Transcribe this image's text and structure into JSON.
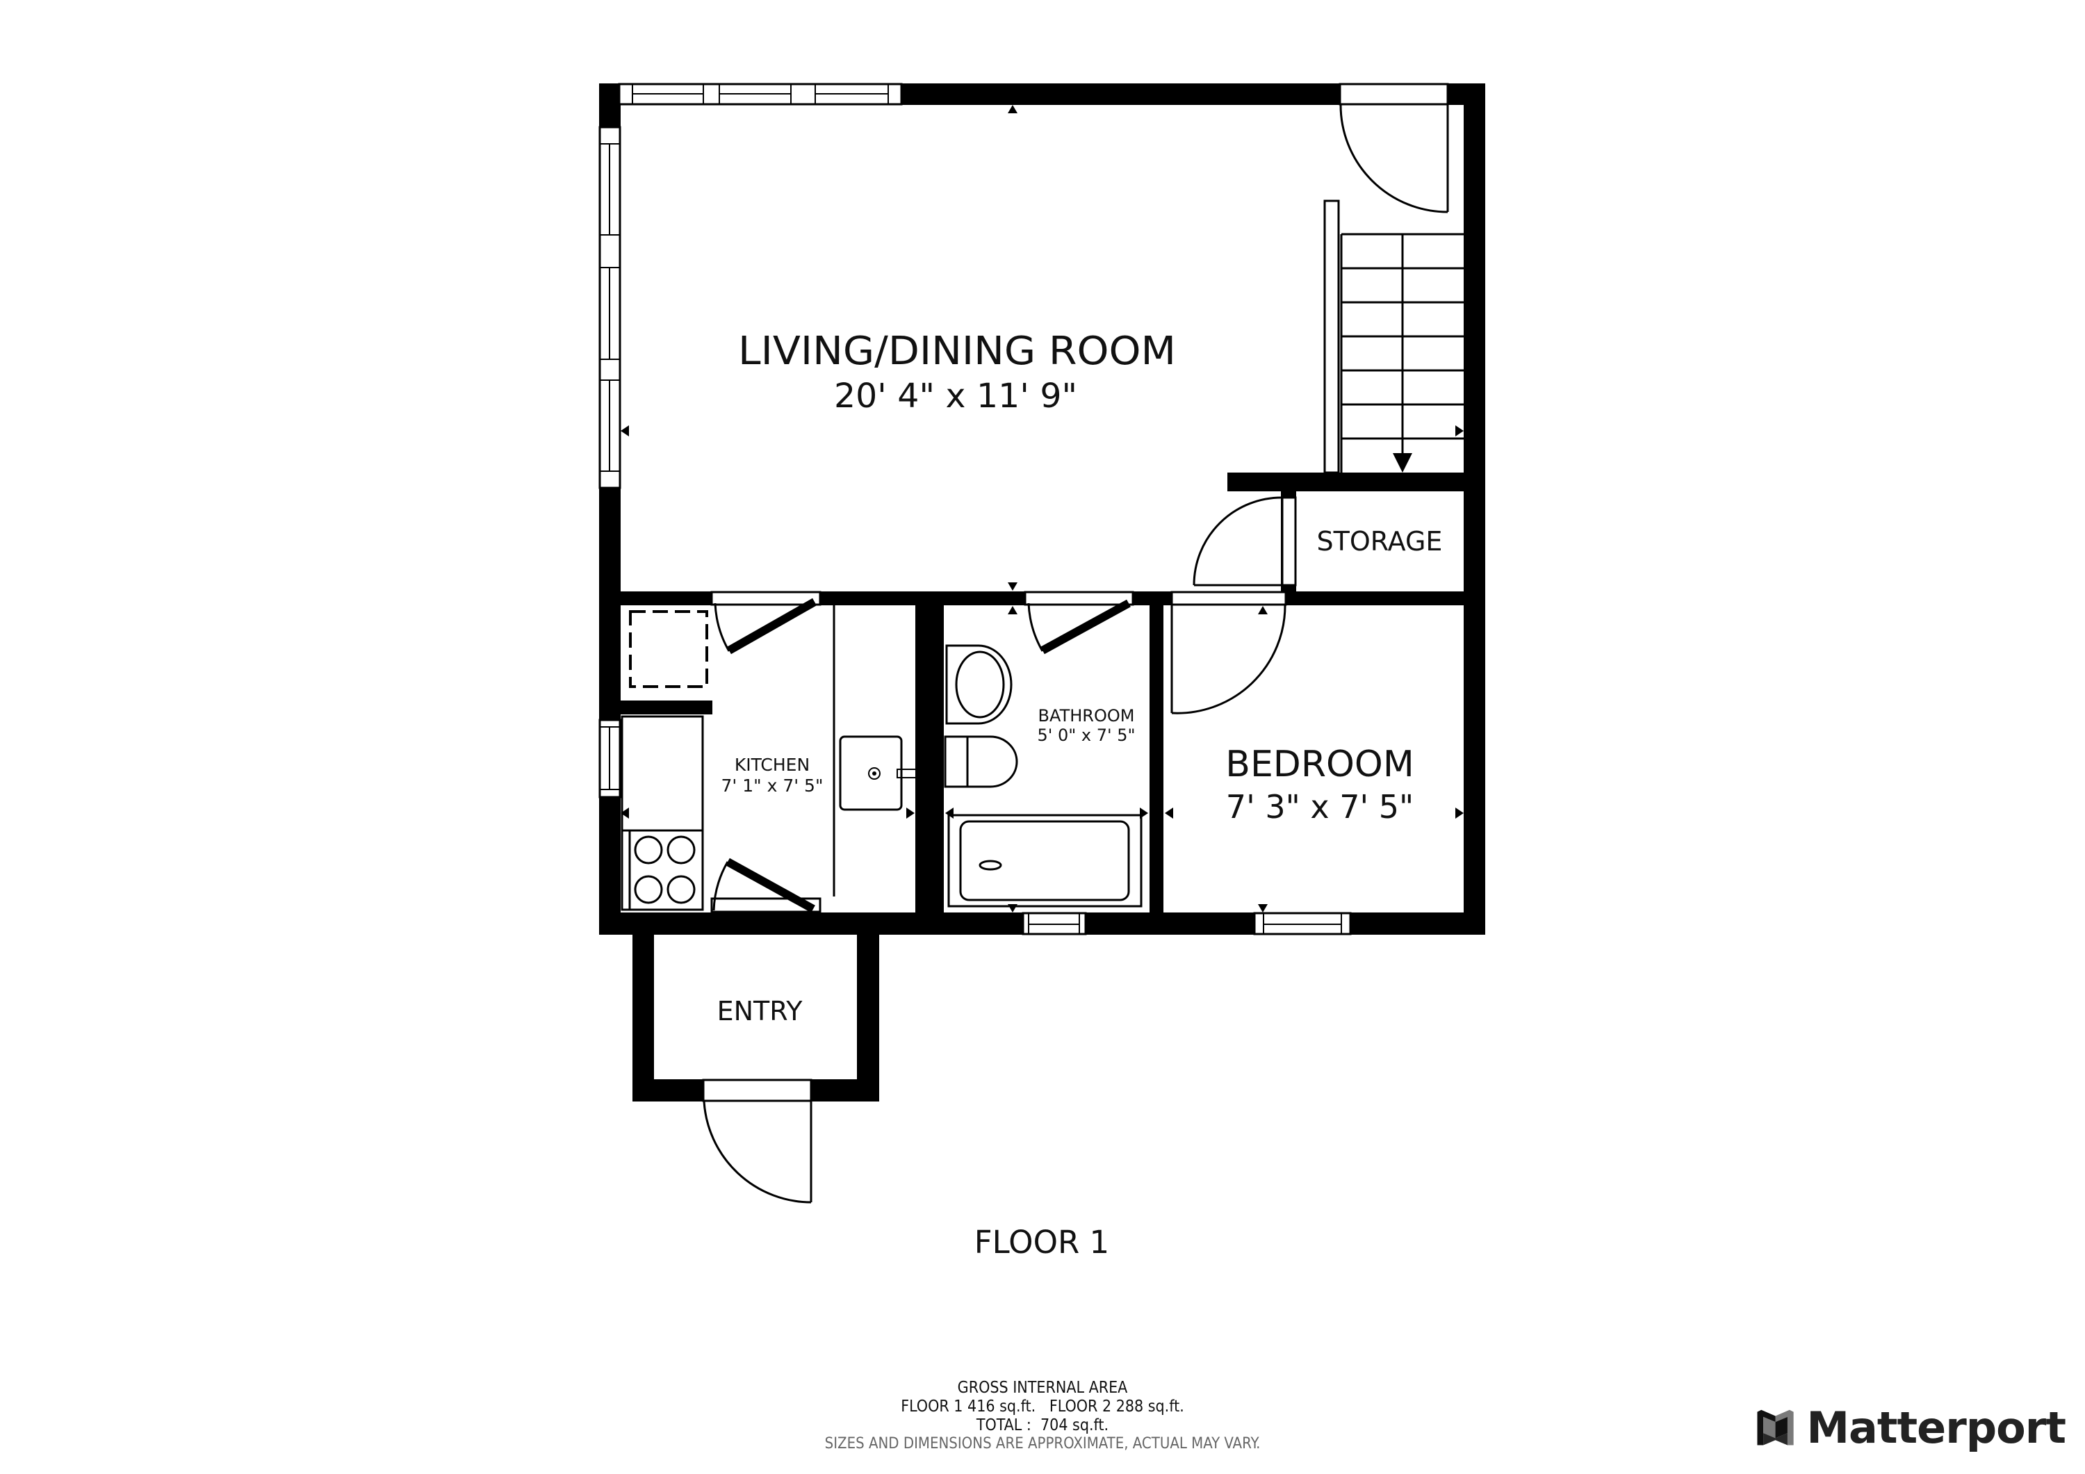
{
  "floor_label": "FLOOR 1",
  "rooms": [
    {
      "name": "LIVING/DINING ROOM",
      "dimensions": "20' 4\" x 11' 9\""
    },
    {
      "name": "KITCHEN",
      "dimensions": "7' 1\" x 7' 5\""
    },
    {
      "name": "BATHROOM",
      "dimensions": "5' 0\" x 7' 5\""
    },
    {
      "name": "BEDROOM",
      "dimensions": "7' 3\" x 7' 5\""
    },
    {
      "name": "STORAGE",
      "dimensions": ""
    },
    {
      "name": "ENTRY",
      "dimensions": ""
    }
  ],
  "area_summary": {
    "heading": "GROSS INTERNAL AREA",
    "floors_line": "FLOOR 1 416 sq.ft.   FLOOR 2 288 sq.ft.",
    "total_line": "TOTAL :  704 sq.ft.",
    "disclaimer": "SIZES AND DIMENSIONS ARE APPROXIMATE, ACTUAL MAY VARY."
  },
  "brand": {
    "name": "Matterport",
    "logo_icon": "matterport-logo-icon",
    "colors": {
      "dark": "#111111",
      "mid": "#7a7a7a"
    }
  },
  "colors": {
    "wall": "#000000",
    "background": "#ffffff",
    "disclaimer": "#666666"
  }
}
